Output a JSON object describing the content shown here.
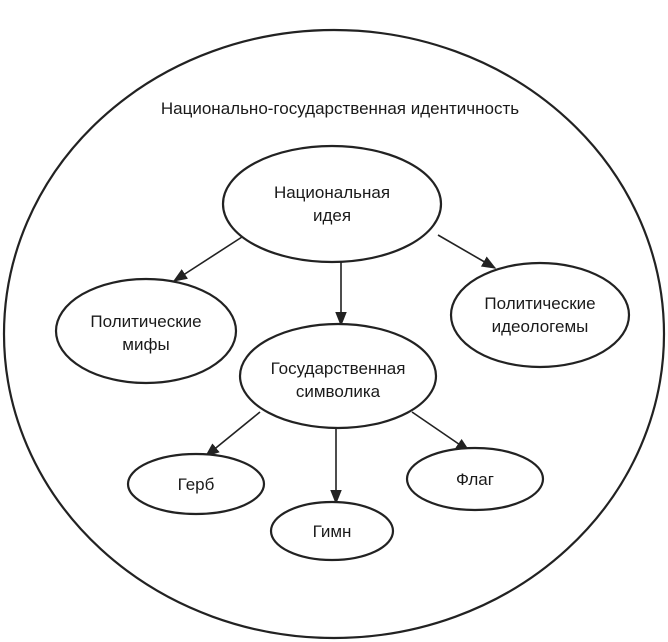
{
  "diagram": {
    "title": "Национально-государственная идентичность",
    "nodes": {
      "national_idea": {
        "line1": "Национальная",
        "line2": "идея"
      },
      "political_myths": {
        "line1": "Политические",
        "line2": "мифы"
      },
      "political_ideologemes": {
        "line1": "Политические",
        "line2": "идеологемы"
      },
      "state_symbols": {
        "line1": "Государственная",
        "line2": "символика"
      },
      "coat_of_arms": {
        "label": "Герб"
      },
      "anthem": {
        "label": "Гимн"
      },
      "flag": {
        "label": "Флаг"
      }
    },
    "colors": {
      "stroke": "#222222",
      "text": "#1a1a1a",
      "background": "#ffffff"
    }
  }
}
